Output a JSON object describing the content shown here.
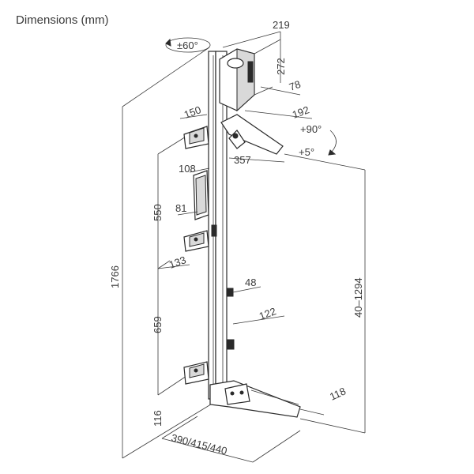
{
  "title": "Dimensions (mm)",
  "labels": {
    "rotation": "±60°",
    "w219": "219",
    "h272": "272",
    "d78": "78",
    "d192": "192",
    "tilt_up": "+90°",
    "tilt_down": "+5°",
    "arm357": "357",
    "b150": "150",
    "b108": "108",
    "h550": "550",
    "h81": "81",
    "b133": "133",
    "total1766": "1766",
    "h659": "659",
    "h116": "116",
    "range": "40–1294",
    "d48": "48",
    "d122": "122",
    "d118": "118",
    "base": "390/415/440"
  }
}
